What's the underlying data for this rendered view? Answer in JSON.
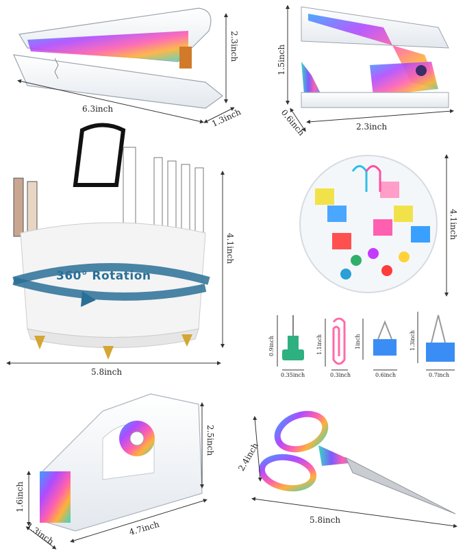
{
  "products": {
    "stapler": {
      "length": "6.3inch",
      "height": "2.3inch",
      "width": "1.3inch"
    },
    "staple_remover": {
      "height": "1.5inch",
      "depth": "0.6inch",
      "length": "2.3inch"
    },
    "pen_holder": {
      "height": "4.1inch",
      "diameter": "5.8inch",
      "feature": "360° Rotation"
    },
    "clip_tray": {
      "diameter": "4.1inch"
    },
    "accessories": [
      {
        "name": "push-pin",
        "height": "0.9inch",
        "width": "0.35inch"
      },
      {
        "name": "paper-clip",
        "height": "1.1inch",
        "width": "0.3inch"
      },
      {
        "name": "small-binder-clip",
        "height": "1inch",
        "width": "0.6inch"
      },
      {
        "name": "large-binder-clip",
        "height": "1.3inch",
        "width": "0.7inch"
      }
    ],
    "tape_dispenser": {
      "height": "2.5inch",
      "front_height": "1.6inch",
      "width": "1.3inch",
      "length": "4.7inch"
    },
    "scissors": {
      "height": "2.4inch",
      "length": "5.8inch"
    }
  },
  "colors": {
    "iridescent": [
      "#3aa0ff",
      "#b04bff",
      "#ff5fb0",
      "#ffb13a",
      "#39d6c4"
    ],
    "white": "#f4f4f4",
    "arrow": "#2a6f96",
    "line": "#333333"
  }
}
